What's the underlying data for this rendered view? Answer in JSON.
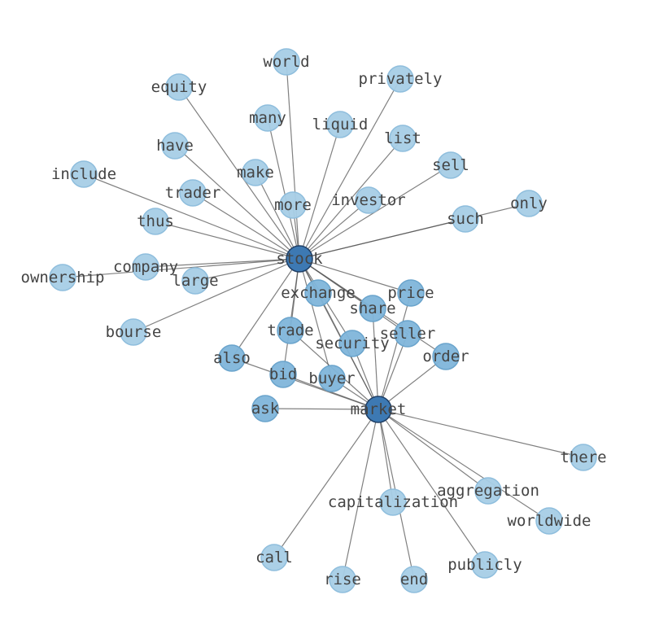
{
  "graph": {
    "hubs": [
      "stock",
      "market"
    ],
    "nodes": [
      {
        "id": "stock",
        "shade": "dark"
      },
      {
        "id": "market",
        "shade": "dark"
      },
      {
        "id": "world",
        "shade": "light"
      },
      {
        "id": "privately",
        "shade": "light"
      },
      {
        "id": "equity",
        "shade": "light"
      },
      {
        "id": "many",
        "shade": "light"
      },
      {
        "id": "liquid",
        "shade": "light"
      },
      {
        "id": "list",
        "shade": "light"
      },
      {
        "id": "have",
        "shade": "light"
      },
      {
        "id": "sell",
        "shade": "light"
      },
      {
        "id": "include",
        "shade": "light"
      },
      {
        "id": "make",
        "shade": "light"
      },
      {
        "id": "trader",
        "shade": "light"
      },
      {
        "id": "investor",
        "shade": "light"
      },
      {
        "id": "more",
        "shade": "light"
      },
      {
        "id": "only",
        "shade": "light"
      },
      {
        "id": "thus",
        "shade": "light"
      },
      {
        "id": "such",
        "shade": "light"
      },
      {
        "id": "company",
        "shade": "light"
      },
      {
        "id": "ownership",
        "shade": "light"
      },
      {
        "id": "large",
        "shade": "light"
      },
      {
        "id": "exchange",
        "shade": "medium"
      },
      {
        "id": "price",
        "shade": "medium"
      },
      {
        "id": "share",
        "shade": "medium"
      },
      {
        "id": "bourse",
        "shade": "light"
      },
      {
        "id": "trade",
        "shade": "medium"
      },
      {
        "id": "seller",
        "shade": "medium"
      },
      {
        "id": "security",
        "shade": "medium"
      },
      {
        "id": "order",
        "shade": "medium"
      },
      {
        "id": "also",
        "shade": "medium"
      },
      {
        "id": "bid",
        "shade": "medium"
      },
      {
        "id": "buyer",
        "shade": "medium"
      },
      {
        "id": "ask",
        "shade": "medium"
      },
      {
        "id": "there",
        "shade": "light"
      },
      {
        "id": "aggregation",
        "shade": "light"
      },
      {
        "id": "capitalization",
        "shade": "light"
      },
      {
        "id": "worldwide",
        "shade": "light"
      },
      {
        "id": "call",
        "shade": "light"
      },
      {
        "id": "publicly",
        "shade": "light"
      },
      {
        "id": "rise",
        "shade": "light"
      },
      {
        "id": "end",
        "shade": "light"
      }
    ],
    "edges": [
      [
        "stock",
        "world"
      ],
      [
        "stock",
        "privately"
      ],
      [
        "stock",
        "equity"
      ],
      [
        "stock",
        "many"
      ],
      [
        "stock",
        "liquid"
      ],
      [
        "stock",
        "list"
      ],
      [
        "stock",
        "have"
      ],
      [
        "stock",
        "sell"
      ],
      [
        "stock",
        "include"
      ],
      [
        "stock",
        "make"
      ],
      [
        "stock",
        "trader"
      ],
      [
        "stock",
        "investor"
      ],
      [
        "stock",
        "more"
      ],
      [
        "stock",
        "only"
      ],
      [
        "stock",
        "thus"
      ],
      [
        "stock",
        "such"
      ],
      [
        "stock",
        "company"
      ],
      [
        "stock",
        "ownership"
      ],
      [
        "stock",
        "large"
      ],
      [
        "stock",
        "bourse"
      ],
      [
        "stock",
        "exchange"
      ],
      [
        "stock",
        "price"
      ],
      [
        "stock",
        "share"
      ],
      [
        "stock",
        "trade"
      ],
      [
        "stock",
        "seller"
      ],
      [
        "stock",
        "security"
      ],
      [
        "stock",
        "order"
      ],
      [
        "stock",
        "also"
      ],
      [
        "stock",
        "bid"
      ],
      [
        "stock",
        "buyer"
      ],
      [
        "stock",
        "market"
      ],
      [
        "market",
        "exchange"
      ],
      [
        "market",
        "price"
      ],
      [
        "market",
        "share"
      ],
      [
        "market",
        "trade"
      ],
      [
        "market",
        "seller"
      ],
      [
        "market",
        "security"
      ],
      [
        "market",
        "order"
      ],
      [
        "market",
        "also"
      ],
      [
        "market",
        "bid"
      ],
      [
        "market",
        "buyer"
      ],
      [
        "market",
        "ask"
      ],
      [
        "market",
        "there"
      ],
      [
        "market",
        "aggregation"
      ],
      [
        "market",
        "capitalization"
      ],
      [
        "market",
        "worldwide"
      ],
      [
        "market",
        "call"
      ],
      [
        "market",
        "publicly"
      ],
      [
        "market",
        "rise"
      ],
      [
        "market",
        "end"
      ]
    ]
  },
  "colors": {
    "node_light": "#a6cde6",
    "node_medium": "#7fb5da",
    "node_dark": "#3d79b3",
    "node_dark_stroke": "#1f3f66",
    "edge": "#555555",
    "label": "#444444"
  }
}
